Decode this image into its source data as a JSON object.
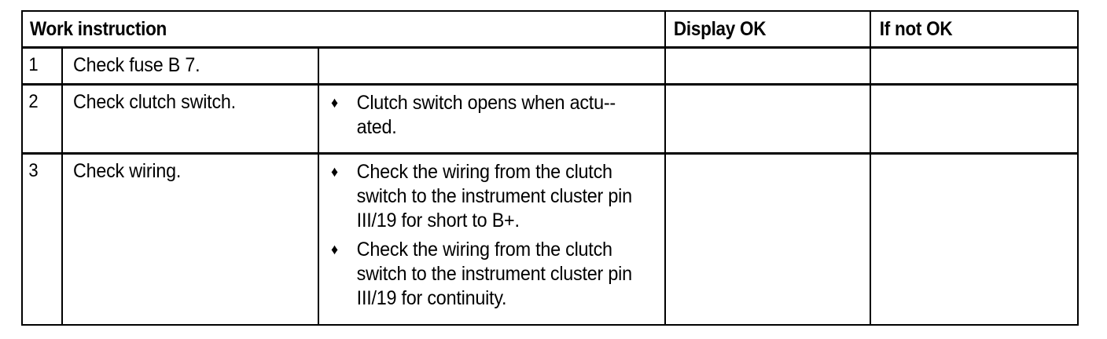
{
  "table": {
    "title": "Work instruction",
    "columns": [
      {
        "key": "num",
        "label": ""
      },
      {
        "key": "inst",
        "label": "Work instruction"
      },
      {
        "key": "bull",
        "label": ""
      },
      {
        "key": "disp",
        "label": "Display OK"
      },
      {
        "key": "ifnot",
        "label": "If not OK"
      }
    ],
    "headers": {
      "work_instruction": "Work instruction",
      "display_ok": "Display OK",
      "if_not_ok": "If not OK"
    },
    "rows": [
      {
        "number": "1",
        "instruction": "Check fuse B 7.",
        "details": [],
        "display_ok": "",
        "if_not_ok": ""
      },
      {
        "number": "2",
        "instruction": "Check clutch switch.",
        "details": [
          "Clutch switch opens when actu-­ated."
        ],
        "display_ok": "",
        "if_not_ok": ""
      },
      {
        "number": "3",
        "instruction": "Check wiring.",
        "details": [
          "Check the wiring from the clutch switch to the instrument cluster pin III/19 for short to B+.",
          "Check the wiring from the clutch switch to the instrument cluster pin III/19 for continuity."
        ],
        "display_ok": "",
        "if_not_ok": ""
      }
    ],
    "bullet_glyph": "♦"
  },
  "style": {
    "border_color": "#000000",
    "text_color": "#000000",
    "background": "#ffffff"
  }
}
